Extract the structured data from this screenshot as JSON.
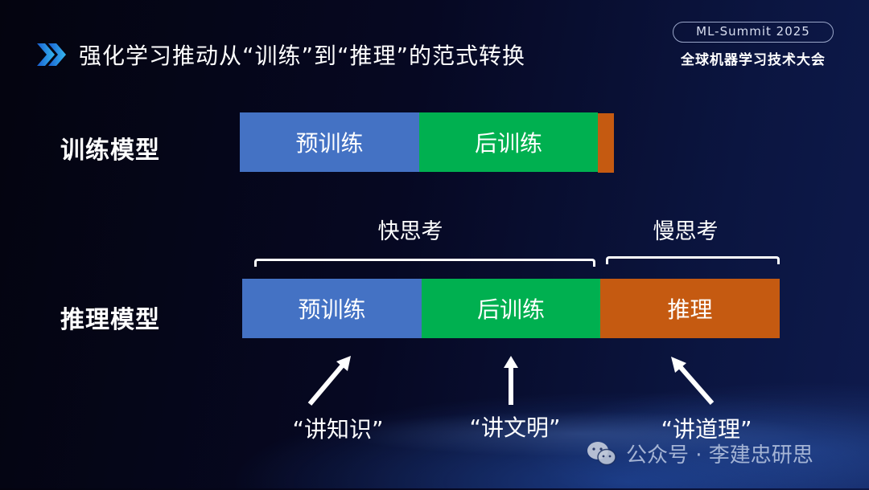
{
  "header": {
    "title": "强化学习推动从“训练”到“推理”的范式转换",
    "event_badge": "ML-Summit 2025",
    "event_name": "全球机器学习技术大会"
  },
  "rows": [
    {
      "label": "训练模型",
      "segments": [
        {
          "label": "预训练",
          "color": "#4472c4"
        },
        {
          "label": "后训练",
          "color": "#00b050"
        },
        {
          "label": "",
          "color": "#c55a11"
        }
      ]
    },
    {
      "label": "推理模型",
      "segments": [
        {
          "label": "预训练",
          "color": "#4472c4"
        },
        {
          "label": "后训练",
          "color": "#00b050"
        },
        {
          "label": "推理",
          "color": "#c55a11"
        }
      ]
    }
  ],
  "brackets": [
    {
      "label": "快思考"
    },
    {
      "label": "慢思考"
    }
  ],
  "annotations": [
    {
      "label": "“讲知识”",
      "arrow": "up-right"
    },
    {
      "label": "“讲文明”",
      "arrow": "up"
    },
    {
      "label": "“讲道理”",
      "arrow": "up-left"
    }
  ],
  "watermark": {
    "icon": "wechat-icon",
    "text": "公众号 · 李建忠研思"
  }
}
